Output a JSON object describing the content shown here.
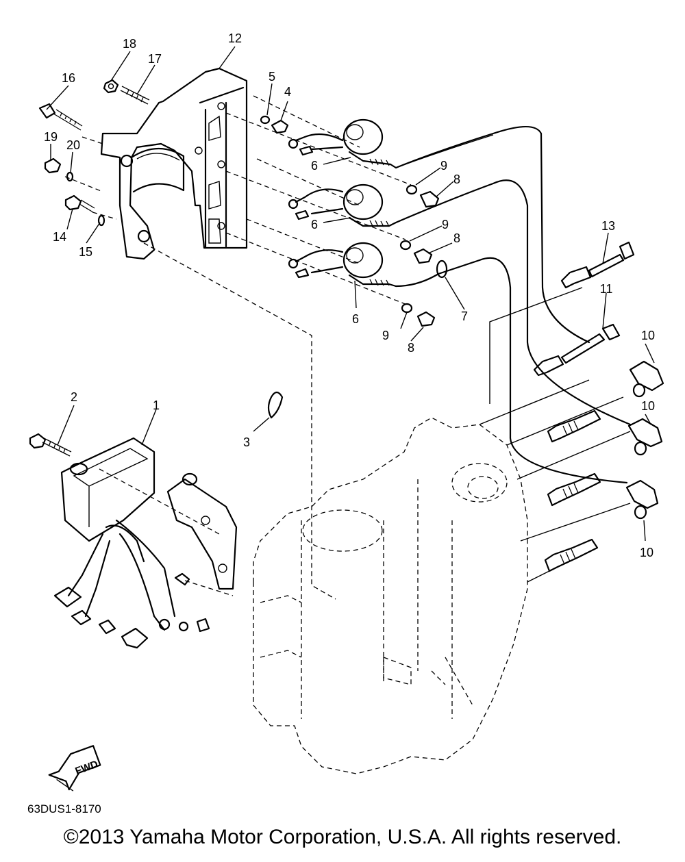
{
  "diagram": {
    "code": "63DUS1-8170",
    "copyright": "©2013 Yamaha Motor Corporation, U.S.A. All rights reserved.",
    "fwd_label": "FWD",
    "callouts": [
      "1",
      "2",
      "3",
      "4",
      "5",
      "6",
      "6",
      "6",
      "7",
      "8",
      "8",
      "8",
      "9",
      "9",
      "9",
      "10",
      "10",
      "10",
      "11",
      "12",
      "13",
      "14",
      "15",
      "16",
      "17",
      "18",
      "19",
      "20"
    ]
  }
}
